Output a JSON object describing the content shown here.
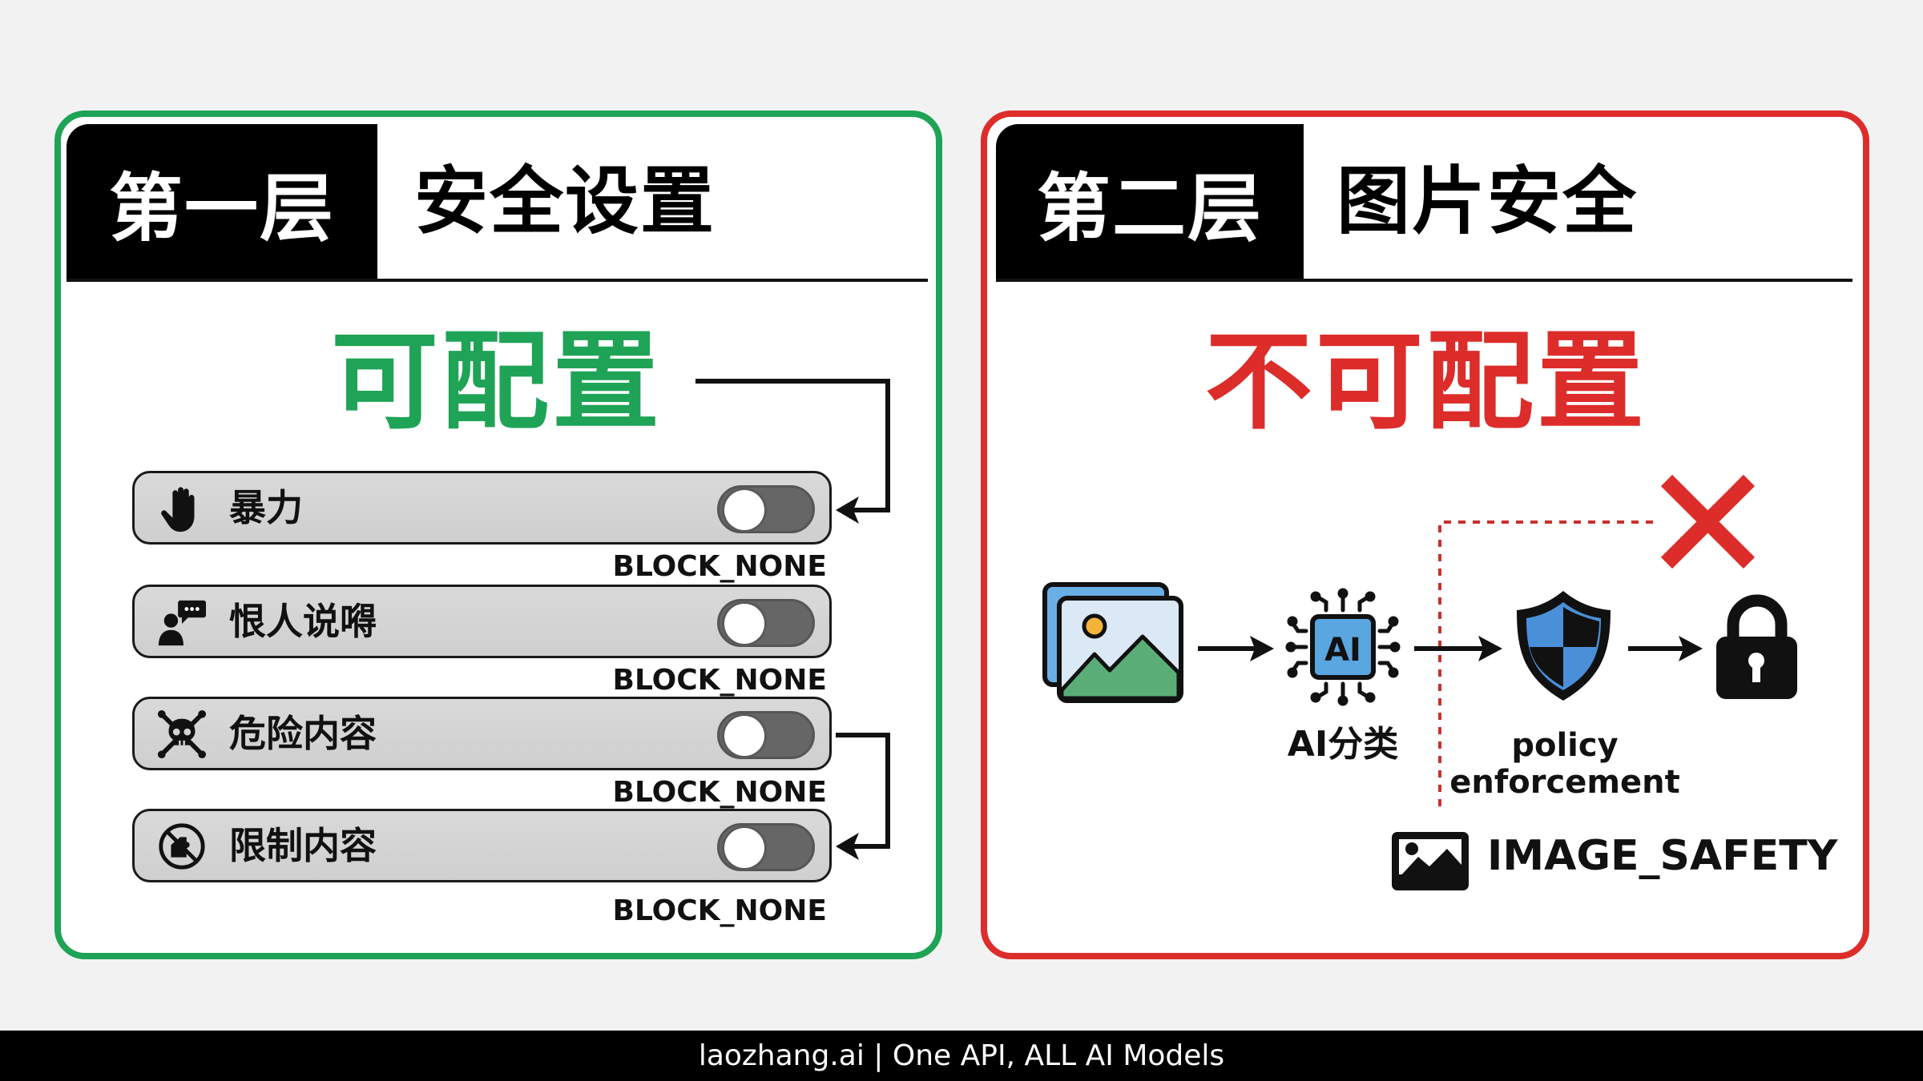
{
  "colors": {
    "background": "#f2f2f2",
    "layer1_accent": "#1fa356",
    "layer2_accent": "#dc2d2a",
    "header_black": "#000000",
    "toggle_track": "#666666",
    "row_bg": "#d3d3d3",
    "shield_blue": "#4a90d9",
    "chip_blue": "#5aa6e0",
    "mountain_green": "#5aad77",
    "sun_yellow": "#f3b43a"
  },
  "layer1": {
    "tag": "第一层",
    "title": "安全设置",
    "status": "可配置",
    "categories": [
      {
        "icon": "hand-stop-icon",
        "label": "暴力",
        "toggle": "off",
        "threshold": "BLOCK_NONE"
      },
      {
        "icon": "person-speech-icon",
        "label": "恨人说嘚",
        "toggle": "off",
        "threshold": "BLOCK_NONE"
      },
      {
        "icon": "skull-crossbones-icon",
        "label": "危险内容",
        "toggle": "off",
        "threshold": "BLOCK_NONE"
      },
      {
        "icon": "prohibited-icon",
        "label": "限制内容",
        "toggle": "off",
        "threshold": "BLOCK_NONE"
      }
    ]
  },
  "layer2": {
    "tag": "第二层",
    "title": "图片安全",
    "status": "不可配置",
    "flow": [
      {
        "icon": "image-icon",
        "label": ""
      },
      {
        "icon": "ai-chip-icon",
        "label": "AI分类",
        "chip_text": "AI"
      },
      {
        "icon": "shield-icon",
        "label_line1": "policy",
        "label_line2": "enforcement"
      },
      {
        "icon": "lock-icon",
        "label": ""
      }
    ],
    "blocked_marker": "red-x-icon",
    "category_label": "IMAGE_SAFETY"
  },
  "footer": {
    "text": "laozhang.ai | One API, ALL AI Models"
  }
}
